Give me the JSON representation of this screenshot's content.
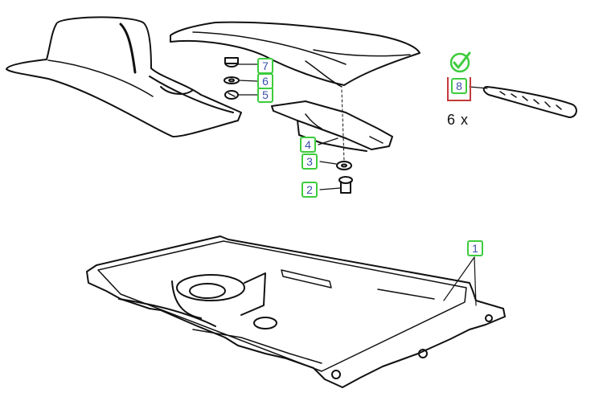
{
  "callouts": {
    "c1": "1",
    "c2": "2",
    "c3": "3",
    "c4": "4",
    "c5": "5",
    "c6": "6",
    "c7": "7",
    "c8": "8"
  },
  "quantity_label": "6 x",
  "colors": {
    "callout_border": "#3dcc3d",
    "callout_text": "#3a4fa8",
    "selection_frame": "#c43a3a",
    "check_mark": "#3dcc3d",
    "line_art": "#111111"
  },
  "icons": {
    "selected_marker": "check-circle-icon"
  }
}
